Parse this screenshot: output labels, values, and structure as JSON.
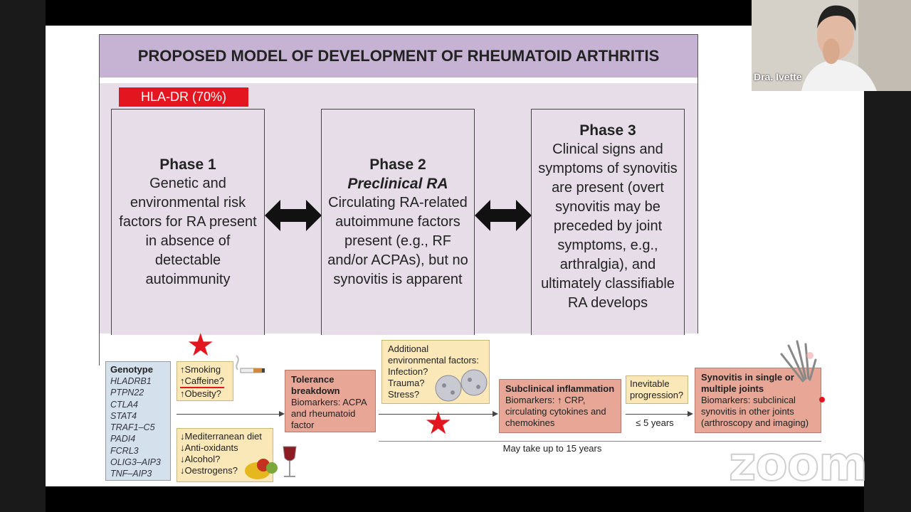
{
  "slide": {
    "title": "PROPOSED MODEL OF DEVELOPMENT OF RHEUMATOID ARTHRITIS",
    "hla_badge": "HLA-DR (70%)",
    "phase1": {
      "title": "Phase 1",
      "text": "Genetic and environmental risk factors for RA present in absence of detectable autoimmunity"
    },
    "phase2": {
      "title": "Phase 2",
      "subtitle": "Preclinical RA",
      "text": "Circulating RA-related autoimmune factors present (e.g., RF and/or ACPAs), but no synovitis is apparent"
    },
    "phase3": {
      "title": "Phase 3",
      "text": "Clinical signs and symptoms of synovitis are present (overt synovitis may be preceded by joint symptoms, e.g., arthralgia), and ultimately classifiable RA develops"
    },
    "genotype": {
      "title": "Genotype",
      "genes": [
        "HLADRB1",
        "PTPN22",
        "CTLA4",
        "STAT4",
        "TRAF1–C5",
        "PADI4",
        "FCRL3",
        "OLIG3–AIP3",
        "TNF–AIP3"
      ]
    },
    "risk_up": [
      "↑Smoking",
      "↑Caffeine?",
      "↑Obesity?"
    ],
    "risk_down": [
      "↓Mediterranean diet",
      "↓Anti-oxidants",
      "↓Alcohol?",
      "↓Oestrogens?"
    ],
    "tolerance": {
      "title": "Tolerance breakdown",
      "text": "Biomarkers: ACPA and rheumatoid factor"
    },
    "additional_env": {
      "title": "Additional environmental factors:",
      "items": [
        "Infection?",
        "Trauma?",
        "Stress?"
      ]
    },
    "subclinical": {
      "title": "Subclinical inflammation",
      "text": "Biomarkers: ↑ CRP, circulating cytokines and chemokines"
    },
    "inevitable": "Inevitable progression?",
    "lt5": "≤ 5 years",
    "synovitis": {
      "title": "Synovitis in single or multiple joints",
      "text": "Biomarkers: subclinical synovitis in other joints (arthroscopy and imaging)"
    },
    "timeline": "May take up to 15 years"
  },
  "zoom": {
    "participant_name": "Dra. Ivette",
    "watermark": "zoom"
  },
  "colors": {
    "header": "#c6b3d4",
    "panel": "#e6dde9",
    "accent_red": "#e3151e",
    "salmon": "#e7a696",
    "cream": "#fbe8b8",
    "genotype": "#d4e0ec"
  },
  "icons": [
    "double-arrow-icon",
    "star-icon",
    "cigarette-icon",
    "virus-icon",
    "fruit-icon",
    "wine-glass-icon",
    "hand-skeleton-icon"
  ]
}
